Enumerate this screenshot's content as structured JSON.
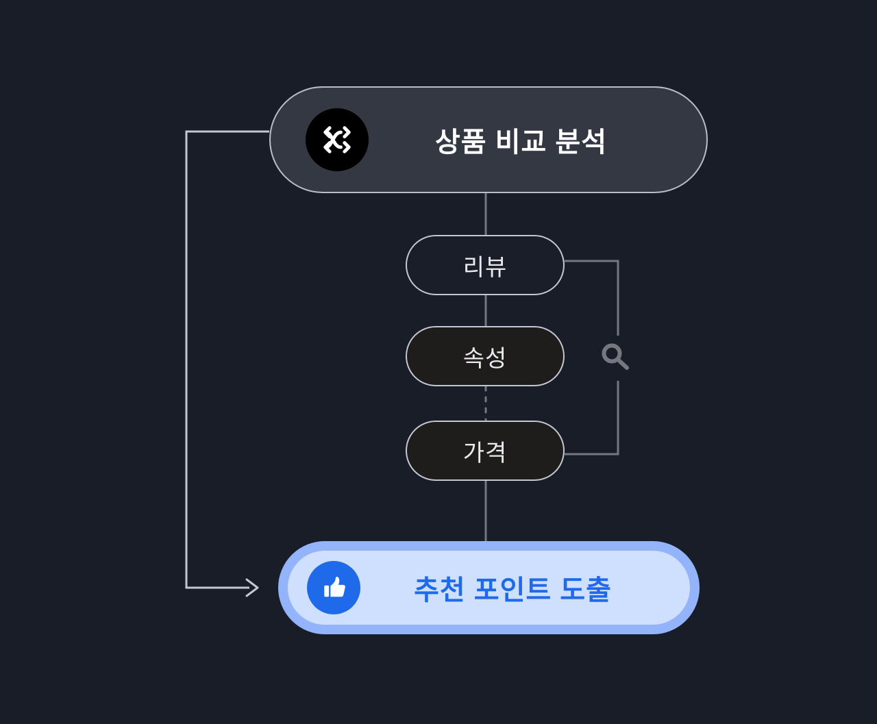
{
  "diagram": {
    "title": "상품 비교 분석",
    "background_color": "#181d27",
    "accent_color": "#1f6ae8",
    "nodes": [
      {
        "id": "root",
        "label": "상품 비교 분석",
        "icon": "shuffle-compare-icon",
        "fill": "#333842",
        "border": "#b9bec9",
        "text_color": "#ffffff"
      },
      {
        "id": "review",
        "label": "리뷰",
        "fill": "#191e28",
        "border": "#c3c8d2",
        "text_color": "#e8eaee"
      },
      {
        "id": "attribute",
        "label": "속성",
        "fill": "#1f1d1c",
        "border": "#c3c8d2",
        "text_color": "#e8eaee"
      },
      {
        "id": "price",
        "label": "가격",
        "fill": "#1f1d1c",
        "border": "#c3c8d2",
        "text_color": "#e8eaee"
      },
      {
        "id": "result",
        "label": "추천 포인트 도출",
        "icon": "thumbs-up-icon",
        "fill": "#cfdffe",
        "border": "#93b4fb",
        "text_color": "#1f6ae8"
      }
    ],
    "markers": [
      {
        "id": "search",
        "icon": "search-icon",
        "color": "#75797f"
      }
    ],
    "edges": [
      {
        "from": "root",
        "to": "review",
        "style": "solid",
        "color": "#75797f"
      },
      {
        "from": "review",
        "to": "attribute",
        "style": "solid",
        "color": "#75797f"
      },
      {
        "from": "attribute",
        "to": "price",
        "style": "dashed",
        "color": "#75797f"
      },
      {
        "from": "price",
        "to": "result",
        "style": "solid",
        "color": "#75797f"
      },
      {
        "from": "review",
        "to": "price",
        "style": "bracket-right",
        "color": "#75797f"
      },
      {
        "from": "root",
        "to": "result",
        "style": "bracket-left-arrow",
        "color": "#c3c8d2",
        "arrow": true
      }
    ]
  }
}
